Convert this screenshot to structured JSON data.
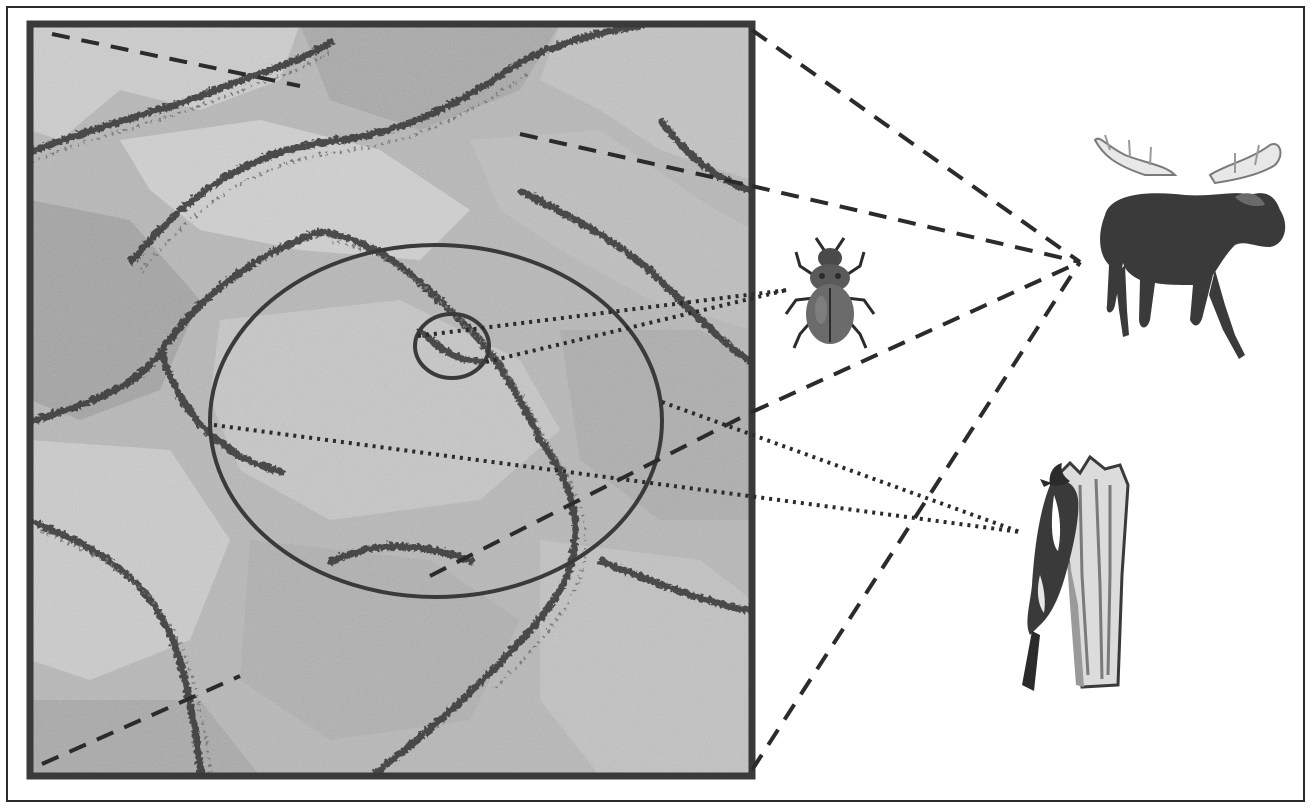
{
  "figure": {
    "kind": "landscape-scale-diagram",
    "panels": {
      "landscape": {
        "icon": "terrain-map-icon"
      },
      "organisms": [
        {
          "icon": "moose-icon",
          "scale": "large"
        },
        {
          "icon": "beetle-icon",
          "scale": "small"
        },
        {
          "icon": "woodpecker-icon",
          "scale": "medium"
        }
      ]
    },
    "colors": {
      "frame": "#3a3a3a",
      "terrain_light": "#c9c9c9",
      "terrain_mid": "#9a9a9a",
      "terrain_dark": "#4a4a4a",
      "ink": "#2b2b2b",
      "background": "#ffffff"
    },
    "connectors": {
      "moose": "dashed",
      "beetle": "dotted",
      "woodpecker": "dotted"
    }
  }
}
